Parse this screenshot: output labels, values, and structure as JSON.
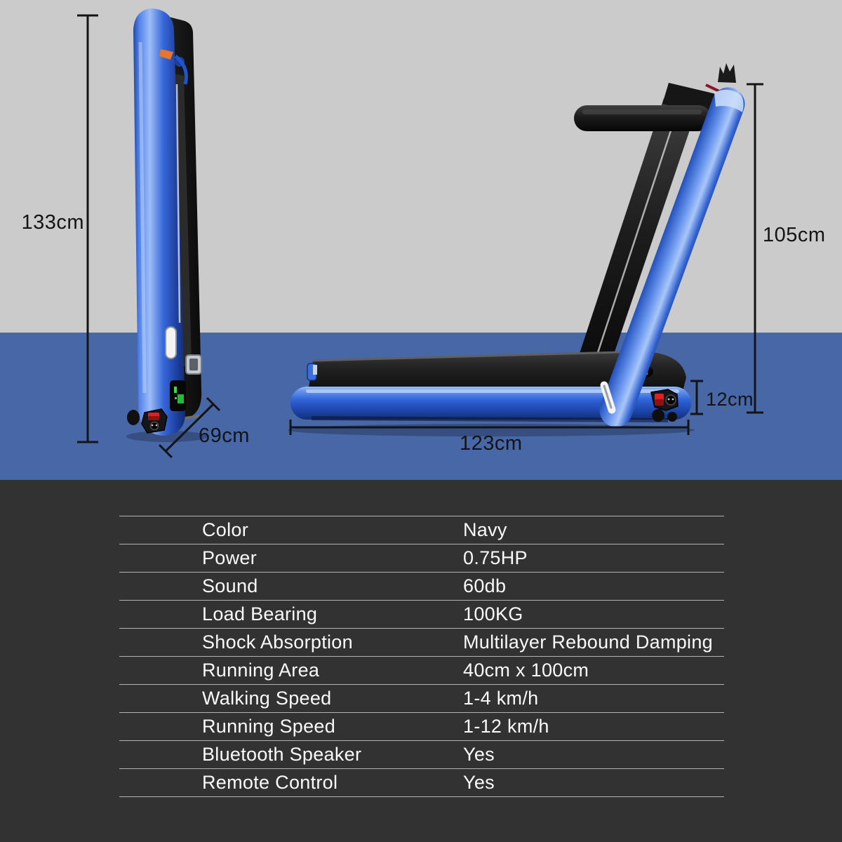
{
  "product_diagram": {
    "folded_height_label": "133cm",
    "folded_depth_label": "69cm",
    "unfolded_height_label": "105cm",
    "deck_height_label": "12cm",
    "deck_length_label": "123cm"
  },
  "specs": {
    "rows": [
      {
        "label": "Color",
        "value": "Navy"
      },
      {
        "label": "Power",
        "value": "0.75HP"
      },
      {
        "label": "Sound",
        "value": "60db"
      },
      {
        "label": "Load Bearing",
        "value": "100KG"
      },
      {
        "label": "Shock Absorption",
        "value": "Multilayer Rebound Damping"
      },
      {
        "label": "Running Area",
        "value": "40cm x 100cm"
      },
      {
        "label": "Walking Speed",
        "value": "1-4 km/h"
      },
      {
        "label": "Running Speed",
        "value": "1-12 km/h"
      },
      {
        "label": "Bluetooth Speaker",
        "value": "Yes"
      },
      {
        "label": "Remote Control",
        "value": "Yes"
      }
    ]
  },
  "colors": {
    "background_gray": "#cbcbcb",
    "floor_blue": "#4767a7",
    "panel_dark": "#323232",
    "treadmill_blue": "#2f63d8",
    "switch_red": "#dd2222",
    "display_green": "#33dd44",
    "dimension_line": "#141414"
  }
}
